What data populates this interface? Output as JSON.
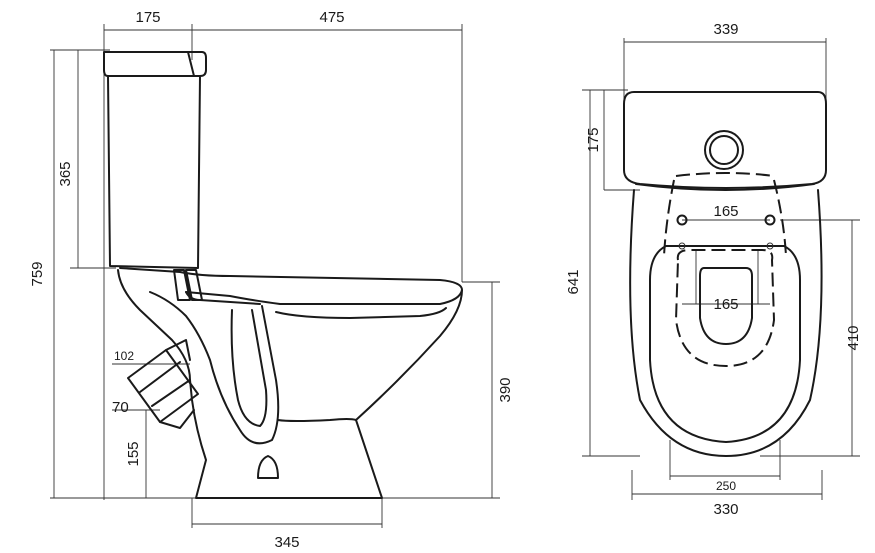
{
  "side_view": {
    "dim_tank_depth": "175",
    "dim_depth_remainder": "475",
    "dim_total_height": "759",
    "dim_tank_height": "365",
    "dim_pan_height": "390",
    "dim_outlet_dia_outer": "102",
    "dim_outlet_dia_inner": "70",
    "dim_outlet_height": "155",
    "dim_base_length": "345"
  },
  "top_view": {
    "dim_tank_width": "339",
    "dim_tank_depth": "175",
    "dim_total_length": "641",
    "dim_hinge_spacing": "165",
    "dim_seat_hole_spacing": "165",
    "dim_bowl_length": "410",
    "dim_base_width": "250",
    "dim_bowl_width": "330"
  }
}
